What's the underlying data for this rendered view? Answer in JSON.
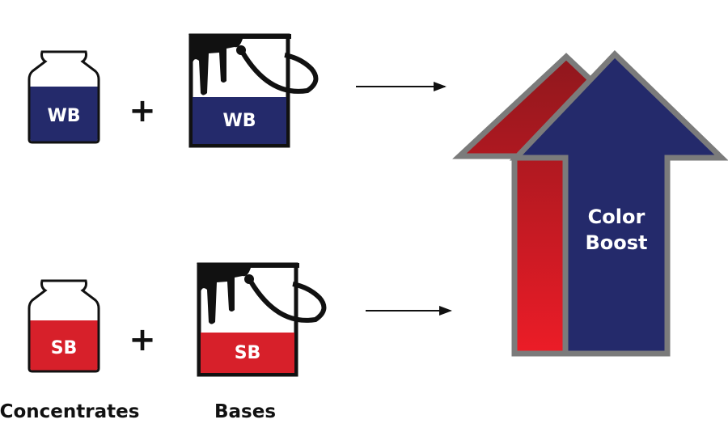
{
  "colors": {
    "blue": "#242a6b",
    "red": "#d7202a",
    "dark_red": "#8f171d",
    "outline": "#7b7b7b",
    "ink": "#111111"
  },
  "rows": [
    {
      "concentrate_label": "WB",
      "base_label": "WB",
      "color": "#242a6b"
    },
    {
      "concentrate_label": "SB",
      "base_label": "SB",
      "color": "#d7202a"
    }
  ],
  "plus_symbol": "+",
  "captions": {
    "concentrates": "Concentrates",
    "bases": "Bases"
  },
  "result": {
    "line1": "Color",
    "line2": "Boost"
  }
}
